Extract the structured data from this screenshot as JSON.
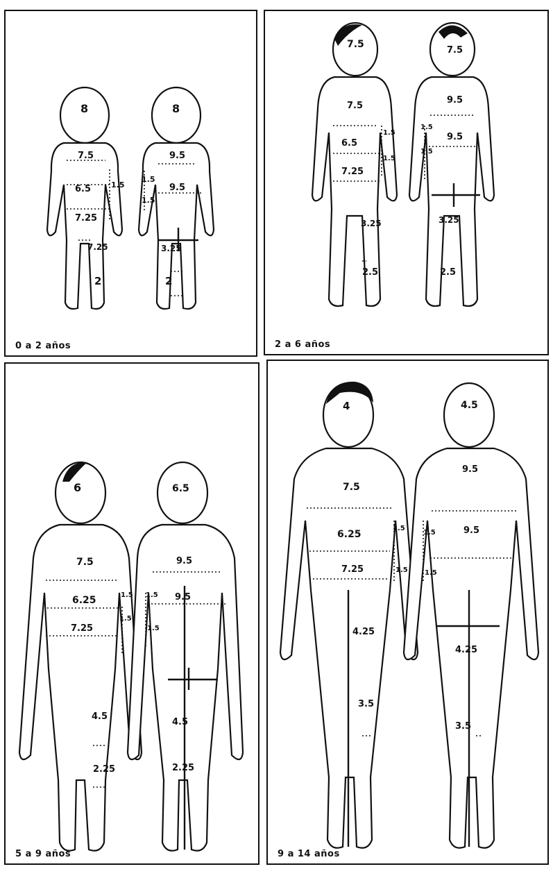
{
  "panels": [
    {
      "caption": "0 a 2 años",
      "front_labels": [
        "8",
        "7.5",
        "6.5",
        "1.5",
        "7.25",
        "7.25",
        "2"
      ],
      "back_labels": [
        "8",
        "9.5",
        "9.5",
        "1.5",
        "1.5",
        "3.25",
        "2"
      ]
    },
    {
      "caption": "2 a 6 años",
      "front_labels": [
        "7.5",
        "7.5",
        "6.5",
        "1.5",
        "1.5",
        "7.25",
        "3.25",
        "2.5"
      ],
      "back_labels": [
        "7.5",
        "9.5",
        "9.5",
        "1.5",
        "1.5",
        "3.25",
        "2.5"
      ]
    },
    {
      "caption": "5 a 9 años",
      "front_labels": [
        "6",
        "7.5",
        "6.25",
        "1.5",
        "7.25",
        "1.5",
        "4.5",
        "2.25"
      ],
      "back_labels": [
        "6.5",
        "9.5",
        "9.5",
        "1.5",
        "1.5",
        "4.5",
        "2.25"
      ]
    },
    {
      "caption": "9 a 14 años",
      "front_labels": [
        "4",
        "7.5",
        "6.25",
        "1.5",
        "7.25",
        "1.5",
        "4.25",
        "3.5"
      ],
      "back_labels": [
        "4.5",
        "9.5",
        "9.5",
        "1.5",
        "1.5",
        "4.25",
        "3.5"
      ]
    }
  ]
}
